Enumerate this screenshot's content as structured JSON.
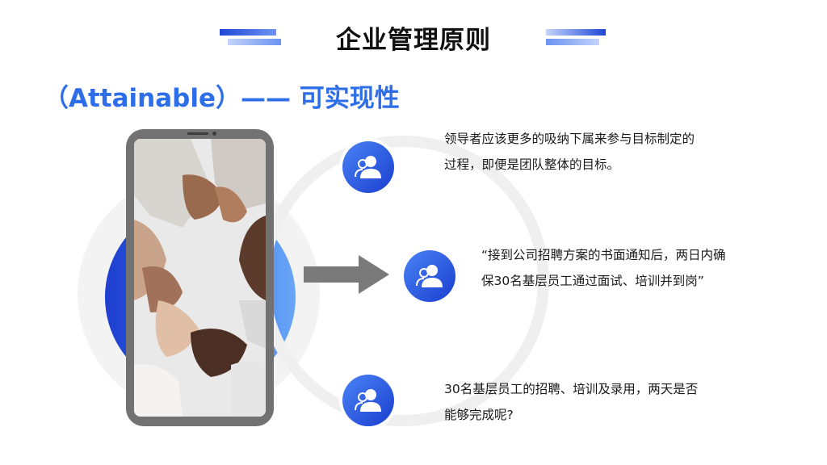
{
  "title": "企业管理原则",
  "subtitle": "（Attainable）—— 可实现性",
  "colors": {
    "accent": "#2d6ee8",
    "icon_gradient_start": "#4a82f5",
    "icon_gradient_end": "#1a3fcf",
    "phone_frame": "#727272",
    "arrow": "#7a7a7a"
  },
  "image": {
    "description_icon": "hands-linked-photo"
  },
  "points": [
    {
      "icon": "users-icon",
      "text_line1": "领导者应该更多的吸纳下属来参与目标制定的",
      "text_line2": "过程，即便是团队整体的目标。"
    },
    {
      "icon": "users-icon",
      "text_line1": "“接到公司招聘方案的书面通知后，两日内确",
      "text_line2": "保30名基层员工通过面试、培训并到岗”"
    },
    {
      "icon": "users-icon",
      "text_line1": "30名基层员工的招聘、培训及录用，两天是否",
      "text_line2": "能够完成呢?"
    }
  ]
}
